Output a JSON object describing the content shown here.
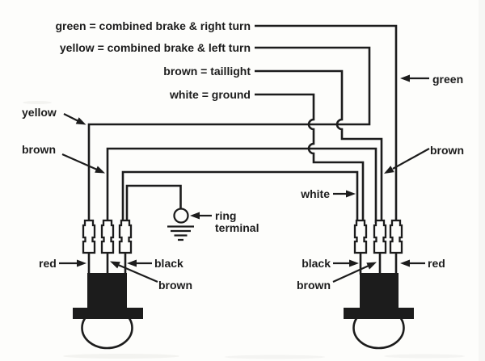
{
  "colors": {
    "ink": "#1c1c1c",
    "paper": "#fdfdfb"
  },
  "legend": {
    "items": [
      {
        "wire": "green",
        "label": "green = combined brake & right turn"
      },
      {
        "wire": "yellow",
        "label": "yellow = combined brake & left turn"
      },
      {
        "wire": "brown",
        "label": "brown = taillight"
      },
      {
        "wire": "white",
        "label": "white = ground"
      }
    ]
  },
  "callouts": {
    "left_turn_wire": "yellow",
    "left_tail_wire": "brown",
    "right_turn_wire": "green",
    "right_tail_wire": "brown",
    "ground_wire": "white"
  },
  "ring_terminal": {
    "line1": "ring",
    "line2": "terminal"
  },
  "left_lamp": {
    "pins": {
      "left": "red",
      "middle": "brown",
      "right": "black"
    }
  },
  "right_lamp": {
    "pins": {
      "left": "black",
      "middle": "brown",
      "right": "red"
    }
  },
  "connections": [
    {
      "harness_wire": "green",
      "connects_to": "right lamp red pigtail"
    },
    {
      "harness_wire": "yellow",
      "connects_to": "left lamp red pigtail"
    },
    {
      "harness_wire": "brown",
      "connects_to": "brown pigtails of both lamps"
    },
    {
      "harness_wire": "white",
      "connects_to": "black pigtails of both lamps and ring terminal ground"
    }
  ]
}
